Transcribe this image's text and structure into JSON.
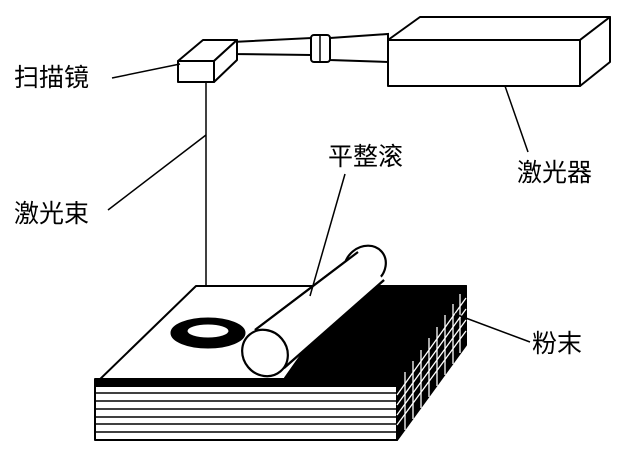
{
  "labels": {
    "scan_mirror": "扫描镜",
    "laser_beam": "激光束",
    "leveling_roller": "平整滚",
    "laser": "激光器",
    "powder": "粉末"
  },
  "colors": {
    "ink": "#000000",
    "paper": "#ffffff"
  }
}
